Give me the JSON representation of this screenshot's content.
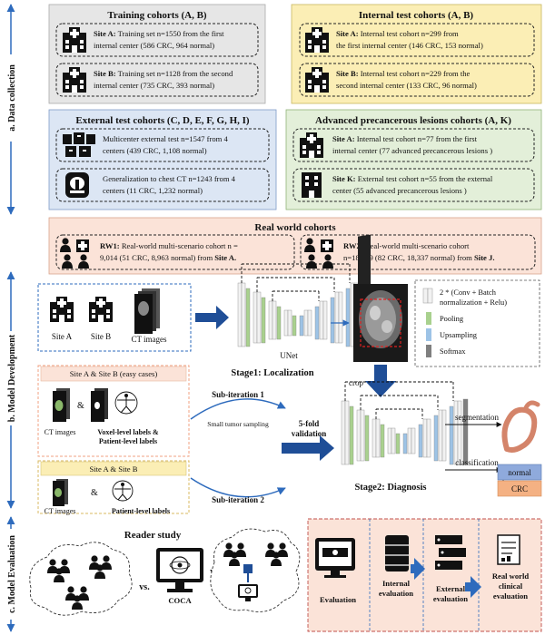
{
  "sections": {
    "a": "a. Data collection",
    "b": "b. Model Development",
    "c": "c. Model Evaluation"
  },
  "training": {
    "title": "Training cohorts (A, B)",
    "siteA_label": "Site A:",
    "siteA_l1": "Training set n=1550 from the first",
    "siteA_l2": "internal center (586 CRC, 964 normal)",
    "siteB_label": "Site B:",
    "siteB_l1": "Training set n=1128 from the second",
    "siteB_l2": "internal center (735 CRC, 393 normal)"
  },
  "internal": {
    "title": "Internal test cohorts (A, B)",
    "siteA_label": "Site A:",
    "siteA_l1": "Internal test cohort n=299 from",
    "siteA_l2": "the first internal center (146 CRC, 153 normal)",
    "siteB_label": "Site B:",
    "siteB_l1": "Internal test cohort n=229 from the",
    "siteB_l2": "second internal center (133 CRC, 96 normal)"
  },
  "external": {
    "title": "External test cohorts (C, D, E, F, G, H, I)",
    "m_l1": "Multicenter external test n=1547 from 4",
    "m_l2": "centers (439 CRC, 1,108 normal)",
    "c_l1": "Generalization to chest CT n=1243 from 4",
    "c_l2": "centers (11 CRC, 1,232 normal)"
  },
  "advanced": {
    "title": "Advanced precancerous lesions cohorts (A, K)",
    "siteA_label": "Site A:",
    "siteA_l1": "Internal test cohort n=77 from the first",
    "siteA_l2": "internal center (77 advanced precancerous lesions )",
    "siteK_label": "Site K:",
    "siteK_l1": "External test cohort n=55 from the external",
    "siteK_l2": "center (55 advanced precancerous lesions )"
  },
  "realworld": {
    "title": "Real world cohorts",
    "rw1_label": "RW1:",
    "rw1_l1": "Real-world multi-scenario cohort n =",
    "rw1_l2a": "9,014 (51 CRC, 8,963 normal) from",
    "rw1_site": "Site A.",
    "rw2_label": "RW2:",
    "rw2_l1": "Real-world multi-scenario cohort",
    "rw2_l2a": "n=18,419 (82 CRC, 18,337 normal) from",
    "rw2_site": "Site J."
  },
  "development": {
    "siteA": "Site A",
    "siteB": "Site B",
    "ct": "CT images",
    "unet": "UNet",
    "stage1": "Stage1: Localization",
    "stage2": "Stage2: Diagnosis",
    "crop": "crop",
    "legend": {
      "conv_l1": "2 * (Conv + Batch",
      "conv_l2": "normalization + Relu)",
      "pooling": "Pooling",
      "upsampling": "Upsampling",
      "softmax": "Softmax"
    },
    "easy_header": "Site A & Site B  (easy cases)",
    "ab_header": "Site A  & Site B",
    "ct_images": "CT images",
    "amp": "&",
    "voxel_l1": "Voxel-level labels &",
    "voxel_l2": "Patient-level labels",
    "patient_labels": "Patient-level labels",
    "subiter1": "Sub-iteration 1",
    "small_tumor": "Small tumor sampling",
    "subiter2": "Sub-iteration 2",
    "fivefold_l1": "5-fold",
    "fivefold_l2": "validation",
    "segmentation": "segmentation",
    "classification": "classification",
    "normal": "normal",
    "crc": "CRC"
  },
  "evaluation": {
    "reader": "Reader study",
    "vs1": "vs.",
    "vs2": "vs.",
    "coca": "COCA",
    "evaluation": "Evaluation",
    "internal_l1": "Internal",
    "internal_l2": "evaluation",
    "external_l1": "External",
    "external_l2": "evaluation",
    "real_l1": "Real world",
    "real_l2": "clinical",
    "real_l3": "evaluation"
  },
  "colors": {
    "gray_panel": "#e6e6e6",
    "yellow_panel": "#fbeeb5",
    "blue_panel": "#dce6f4",
    "green_panel": "#e3efd9",
    "pink_panel": "#fbe3d8",
    "arrow_blue": "#2e6bbd",
    "conv_white": "#f2f2f2",
    "pool_green": "#a9d18e",
    "up_blue": "#9dc3e6",
    "softmax_gray": "#7f7f7f",
    "normal_box": "#8faadc",
    "crc_box": "#f4b183"
  }
}
